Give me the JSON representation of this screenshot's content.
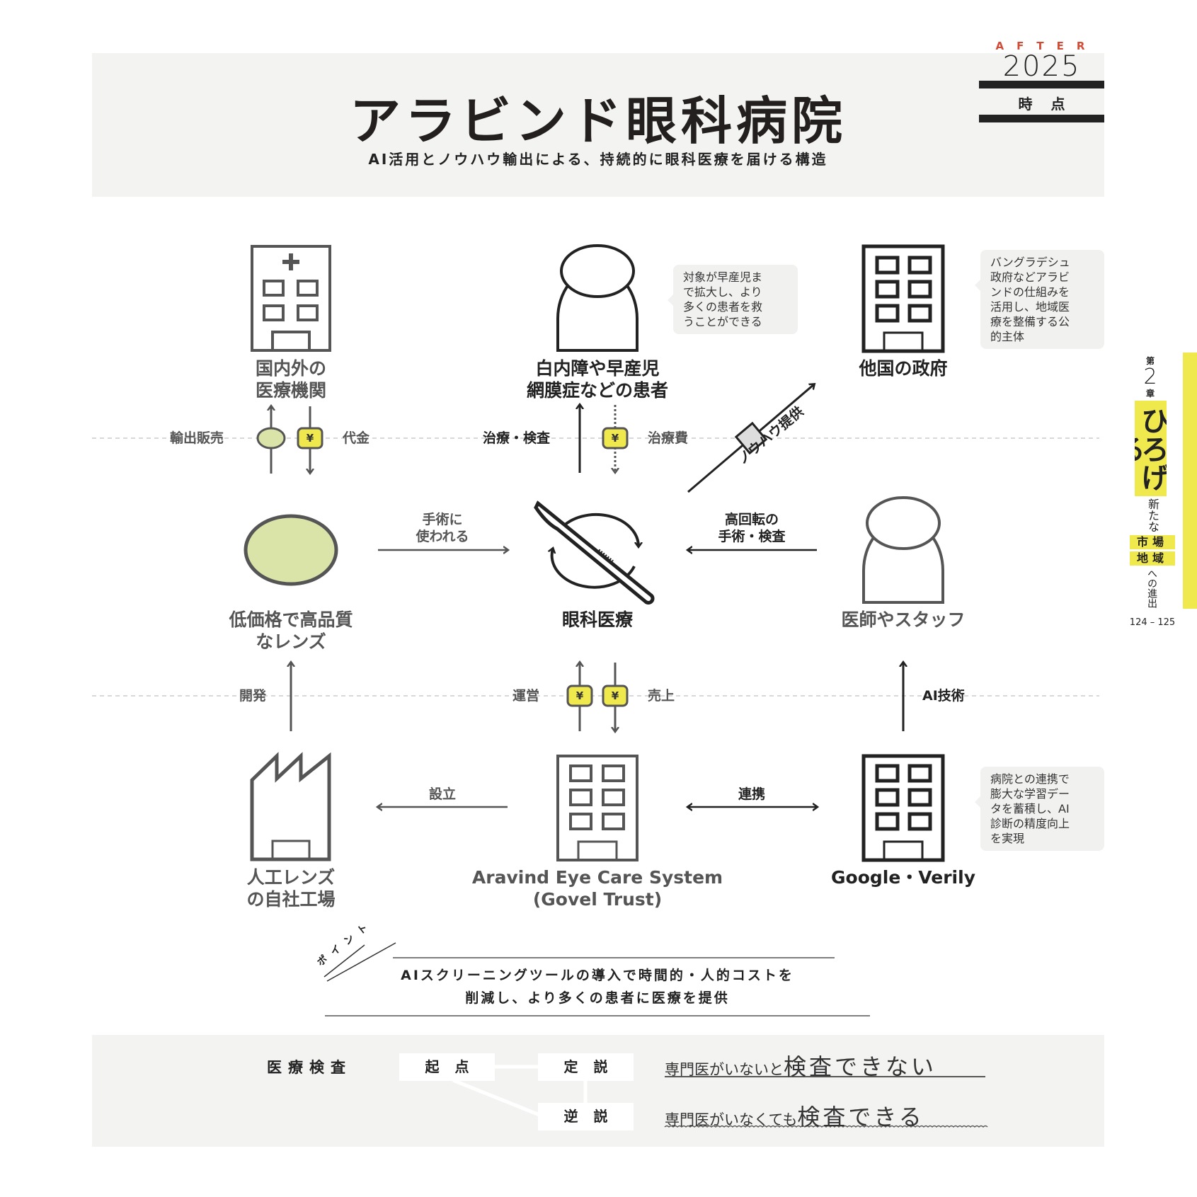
{
  "header": {
    "title": "アラビンド眼科病院",
    "subtitle": "AI活用とノウハウ輸出による、持続的に眼科医療を届ける構造",
    "badge_after": "AFTER",
    "badge_year": "2025",
    "badge_point": "時点"
  },
  "nodes": {
    "hospitals": {
      "line1": "国内外の",
      "line2": "医療機関"
    },
    "patients": {
      "line1": "白内障や早産児",
      "line2": "網膜症などの患者"
    },
    "government": {
      "label": "他国の政府"
    },
    "lens": {
      "line1": "低価格で高品質",
      "line2": "なレンズ"
    },
    "eyecare": {
      "label": "眼科医療"
    },
    "doctors": {
      "label": "医師やスタッフ"
    },
    "factory": {
      "line1": "人工レンズ",
      "line2": "の自社工場"
    },
    "aravind": {
      "line1": "Aravind Eye Care System",
      "line2": "(Govel Trust)"
    },
    "google": {
      "label": "Google・Verily"
    }
  },
  "flows": {
    "export_sales": "輸出販売",
    "payment": "代金",
    "treatment": "治療・検査",
    "treatment_fee": "治療費",
    "knowhow": "ノウハウ提供",
    "used_in_surgery_1": "手術に",
    "used_in_surgery_2": "使われる",
    "high_turnover_1": "高回転の",
    "high_turnover_2": "手術・検査",
    "develop": "開発",
    "operate": "運営",
    "sales": "売上",
    "ai_tech": "AI技術",
    "establish": "設立",
    "partner": "連携",
    "yen": "¥"
  },
  "bubbles": {
    "patients": [
      "対象が早産児ま",
      "で拡大し、より",
      "多くの患者を救",
      "うことができる"
    ],
    "government": [
      "バングラデシュ",
      "政府などアラビ",
      "ンドの仕組みを",
      "活用し、地域医",
      "療を整備する公",
      "的主体"
    ],
    "google": [
      "病院との連携で",
      "膨大な学習デー",
      "タを蓄積し、AI",
      "診断の精度向上",
      "を実現"
    ]
  },
  "point": {
    "tag": "ポイント",
    "line1": "AIスクリーニングツールの導入で時間的・人的コストを",
    "line2": "削減し、より多くの患者に医療を提供"
  },
  "comparison": {
    "topic": "医療検査",
    "origin": "起点",
    "conventional": "定説",
    "reverse": "逆説",
    "conventional_text_a": "専門医がいないと",
    "conventional_text_b": "検査できない",
    "reverse_text_a": "専門医がいなくても",
    "reverse_text_b": "検査できる"
  },
  "sidebar": {
    "chapter_prefix": "第",
    "chapter_num": "2",
    "chapter_suffix": "章",
    "chapter_title": "ひろげる",
    "sub1": "新たな",
    "tag1": "市場",
    "tag2": "地域",
    "sub2": "への進出",
    "pages": "124 – 125"
  },
  "colors": {
    "yellow": "#f0e94e",
    "lens_green": "#dbe4a8",
    "accent_red": "#d24b36",
    "panel": "#f3f3f2"
  }
}
